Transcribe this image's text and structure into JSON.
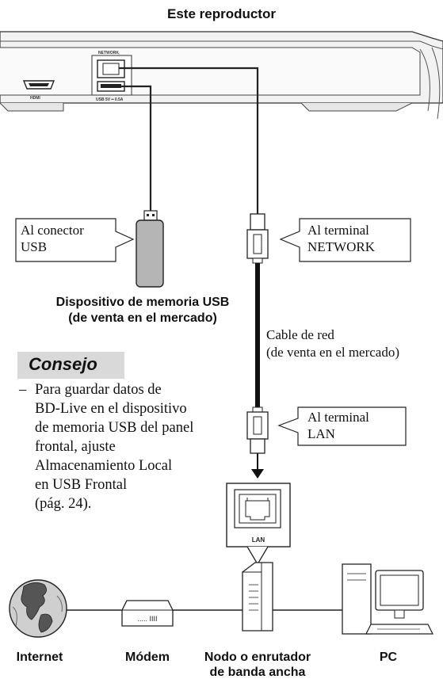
{
  "title": "Este reproductor",
  "player_ports": {
    "network": "NETWORK",
    "hdmi": "HDMI",
    "usb": "USB 5V ━ 0.5A"
  },
  "callouts": {
    "usb_connector": [
      "Al conector",
      "USB"
    ],
    "network_terminal": [
      "Al terminal",
      "NETWORK"
    ],
    "lan_terminal": [
      "Al terminal",
      "LAN"
    ]
  },
  "usb_device_caption": [
    "Dispositivo de memoria USB",
    "(de venta en el mercado)"
  ],
  "network_cable_caption": [
    "Cable de red",
    "(de venta en el mercado)"
  ],
  "lan_port_label": "LAN",
  "tip": {
    "heading": "Consejo",
    "dash": "–",
    "lines": [
      "Para guardar datos de",
      "BD-Live en el dispositivo",
      "de memoria USB del panel",
      "frontal, ajuste",
      "Almacenamiento Local",
      "en USB Frontal",
      "(pág. 24)."
    ]
  },
  "modem_display": "..... IIII",
  "bottom_labels": {
    "internet": "Internet",
    "modem": "Módem",
    "router": [
      "Nodo o enrutador",
      "de banda ancha"
    ],
    "pc": "PC"
  }
}
